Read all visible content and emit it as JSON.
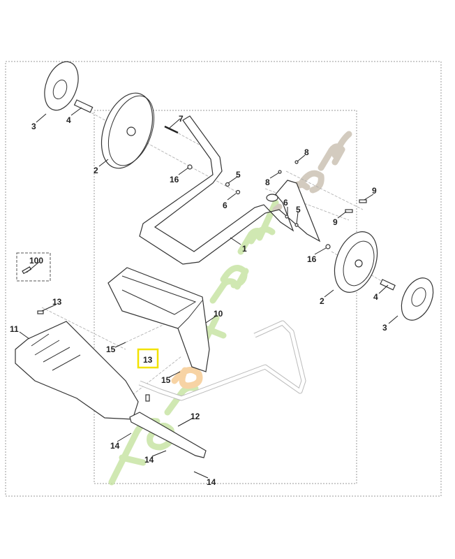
{
  "diagram": {
    "title": "Exploded parts diagram",
    "labels": {
      "l1": "1",
      "l2a": "2",
      "l2b": "2",
      "l3a": "3",
      "l3b": "3",
      "l4a": "4",
      "l4b": "4",
      "l5a": "5",
      "l5b": "5",
      "l6a": "6",
      "l6b": "6",
      "l7": "7",
      "l8a": "8",
      "l8b": "8",
      "l9a": "9",
      "l9b": "9",
      "l10": "10",
      "l11": "11",
      "l12": "12",
      "l13a": "13",
      "l13b": "13",
      "l14a": "14",
      "l14b": "14",
      "l14c": "14",
      "l15a": "15",
      "l15b": "15",
      "l16a": "16",
      "l16b": "16",
      "l100": "100"
    },
    "highlighted_part": "13",
    "highlight_color": "#f2e200",
    "watermark": "foretjardin.com",
    "watermark_colors": [
      "#c5e3a0",
      "#f6c98e",
      "#c9bfb0"
    ]
  }
}
